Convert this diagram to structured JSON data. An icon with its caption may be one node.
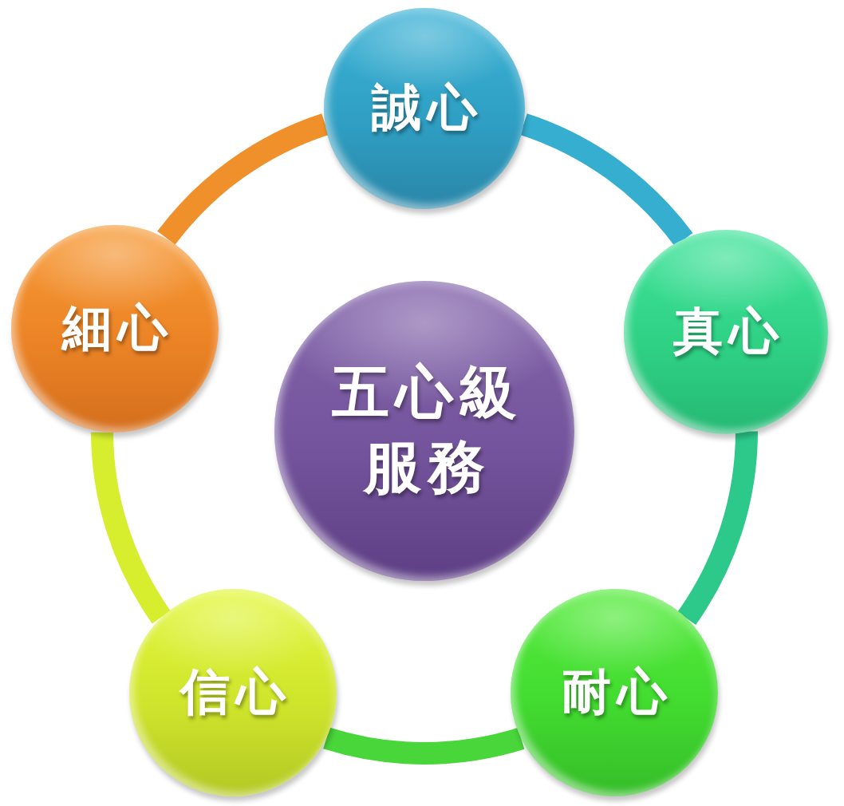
{
  "diagram": {
    "nodes": [
      {
        "text": [
          "五心級服務"
        ]
      },
      {
        "text": [
          "誠心"
        ]
      },
      {
        "text": [
          "真心"
        ]
      },
      {
        "text": [
          "耐心"
        ]
      },
      {
        "text": [
          "信心"
        ]
      },
      {
        "text": [
          "細心"
        ]
      }
    ],
    "edges": [
      {
        "from": 1,
        "to": 2,
        "arrow": "none",
        "color": "#36aed0"
      },
      {
        "from": 2,
        "to": 3,
        "arrow": "none",
        "color": "#2cc98a"
      },
      {
        "from": 3,
        "to": 4,
        "arrow": "none",
        "color": "#48d63a"
      },
      {
        "from": 4,
        "to": 5,
        "arrow": "none",
        "color": "#d6ee2e"
      },
      {
        "from": 5,
        "to": 1,
        "arrow": "none",
        "color": "#f0902a"
      }
    ]
  }
}
